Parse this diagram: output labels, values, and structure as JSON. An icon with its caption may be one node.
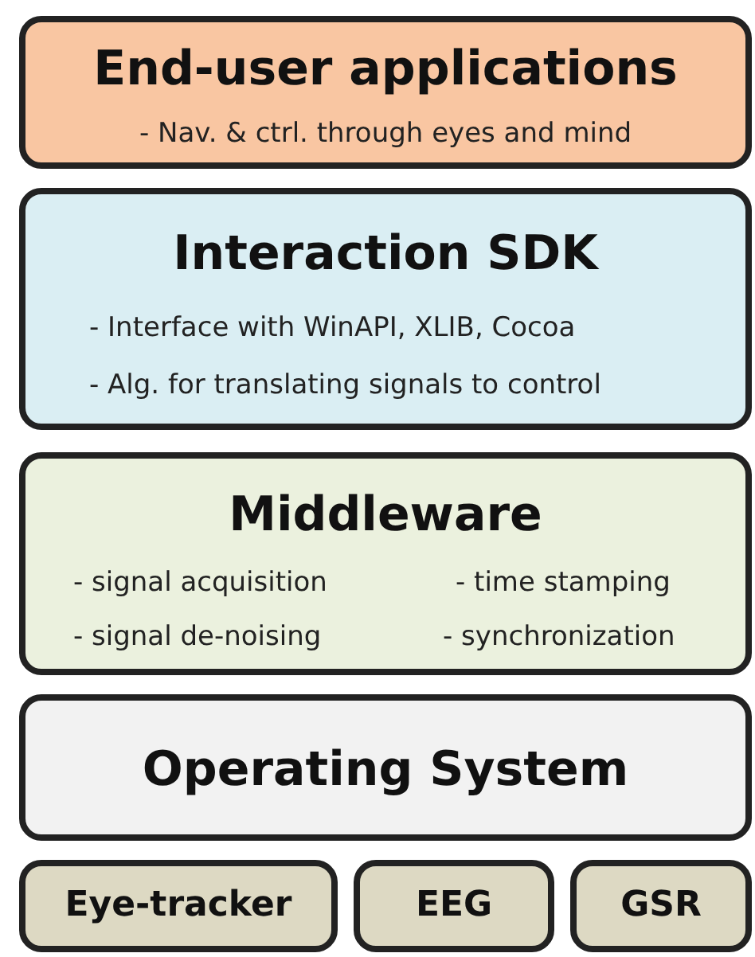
{
  "diagram": {
    "nodes": [
      {
        "text": [
          "End-user applications",
          "- Nav. & ctrl. through eyes and mind"
        ]
      },
      {
        "text": [
          "Interaction SDK",
          "- Interface with WinAPI, XLIB, Cocoa",
          "- Alg. for translating signals to control"
        ]
      },
      {
        "text": [
          "Middleware",
          "- signal acquisition",
          "- time stamping",
          "- signal de-noising",
          "- synchronization"
        ]
      },
      {
        "text": [
          "Operating System"
        ]
      },
      {
        "text": [
          "Eye-tracker"
        ]
      },
      {
        "text": [
          "EEG"
        ]
      },
      {
        "text": [
          "GSR"
        ]
      }
    ],
    "edges": []
  }
}
